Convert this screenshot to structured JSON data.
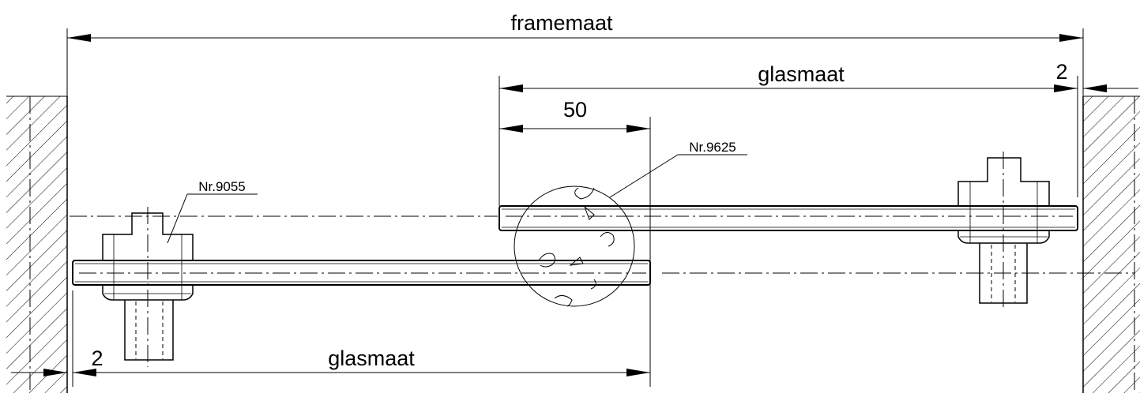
{
  "dimensions": {
    "frame": "framemaat",
    "glass_top": "glasmaat",
    "glass_bottom": "glasmaat",
    "gap_right": "2",
    "gap_left": "2",
    "overlap": "50"
  },
  "parts": {
    "left_fitting": "Nr.9055",
    "center_fitting": "Nr.9625"
  },
  "colors": {
    "line": "#000000",
    "background": "#ffffff"
  }
}
